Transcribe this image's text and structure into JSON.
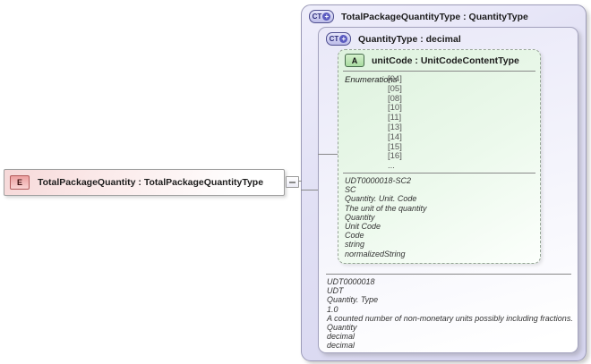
{
  "diagram": {
    "element": {
      "icon": "E",
      "label": "TotalPackageQuantity : TotalPackageQuantityType"
    },
    "outer_type": {
      "icon": "CT",
      "icon_plus": "+",
      "label": "TotalPackageQuantityType : QuantityType"
    },
    "inner_type": {
      "icon": "CT",
      "icon_plus": "+",
      "label": "QuantityType : decimal",
      "annotation": [
        "UDT0000018",
        "UDT",
        "Quantity. Type",
        "1.0",
        "A counted number of non-monetary units possibly including fractions.",
        "Quantity",
        "decimal",
        "decimal"
      ]
    },
    "attribute": {
      "icon": "A",
      "label": "unitCode : UnitCodeContentType",
      "enumerations_label": "Enumerations",
      "enumerations": [
        "[04]",
        "[05]",
        "[08]",
        "[10]",
        "[11]",
        "[13]",
        "[14]",
        "[15]",
        "[16]",
        "..."
      ],
      "annotation": [
        "UDT0000018-SC2",
        "SC",
        "Quantity. Unit. Code",
        "The unit of the quantity",
        "Quantity",
        "Unit Code",
        "Code",
        "string",
        "normalizedString"
      ]
    },
    "colors": {
      "lavender": "#dcdbf2",
      "green": "#def2de",
      "pink": "#f6dada",
      "border": "#9a99b4",
      "line": "#888888"
    }
  }
}
